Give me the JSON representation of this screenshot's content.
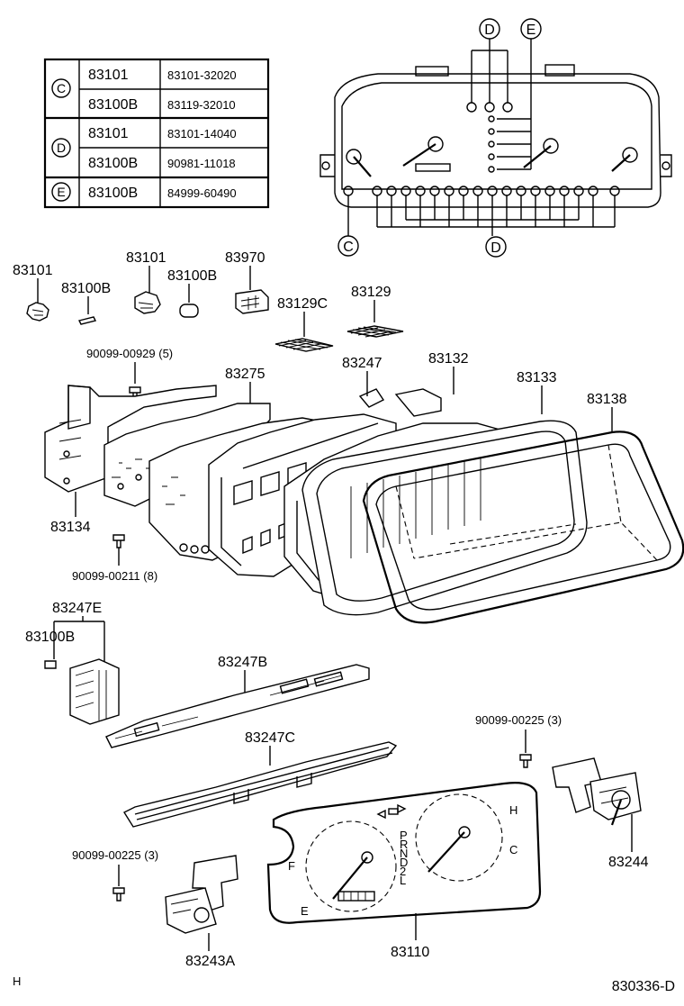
{
  "legend_table": {
    "rows": [
      {
        "key": "C",
        "part": "83101",
        "number": "83101-32020"
      },
      {
        "key": "C",
        "part": "83100B",
        "number": "83119-32010"
      },
      {
        "key": "D",
        "part": "83101",
        "number": "83101-14040"
      },
      {
        "key": "D",
        "part": "83100B",
        "number": "90981-11018"
      },
      {
        "key": "E",
        "part": "83100B",
        "number": "84999-60490"
      }
    ],
    "keys": [
      "C",
      "D",
      "E"
    ]
  },
  "callouts": {
    "top_d": "D",
    "top_e": "E",
    "bottom_c": "C",
    "bottom_d": "D"
  },
  "labels": {
    "p83101_a": "83101",
    "p83100b_a": "83100B",
    "p83101_b": "83101",
    "p83100b_b": "83100B",
    "p83970": "83970",
    "p83129c": "83129C",
    "p83129": "83129",
    "screw_929": "90099-00929 (5)",
    "p83275": "83275",
    "p83247": "83247",
    "p83132": "83132",
    "p83133": "83133",
    "p83138": "83138",
    "p83134": "83134",
    "screw_211": "90099-00211 (8)",
    "p83247e": "83247E",
    "p83100b_c": "83100B",
    "p83247b": "83247B",
    "p83247c": "83247C",
    "screw_225_a": "90099-00225 (3)",
    "screw_225_b": "90099-00225 (3)",
    "p83244": "83244",
    "p83243a": "83243A",
    "p83110": "83110",
    "corner_h": "H",
    "diagram_id": "830336-D"
  },
  "dial_text": {
    "prndl": [
      "P",
      "R",
      "N",
      "D",
      "2",
      "L"
    ],
    "fuel_f": "F",
    "fuel_e": "E",
    "temp_h": "H",
    "temp_c": "C"
  }
}
